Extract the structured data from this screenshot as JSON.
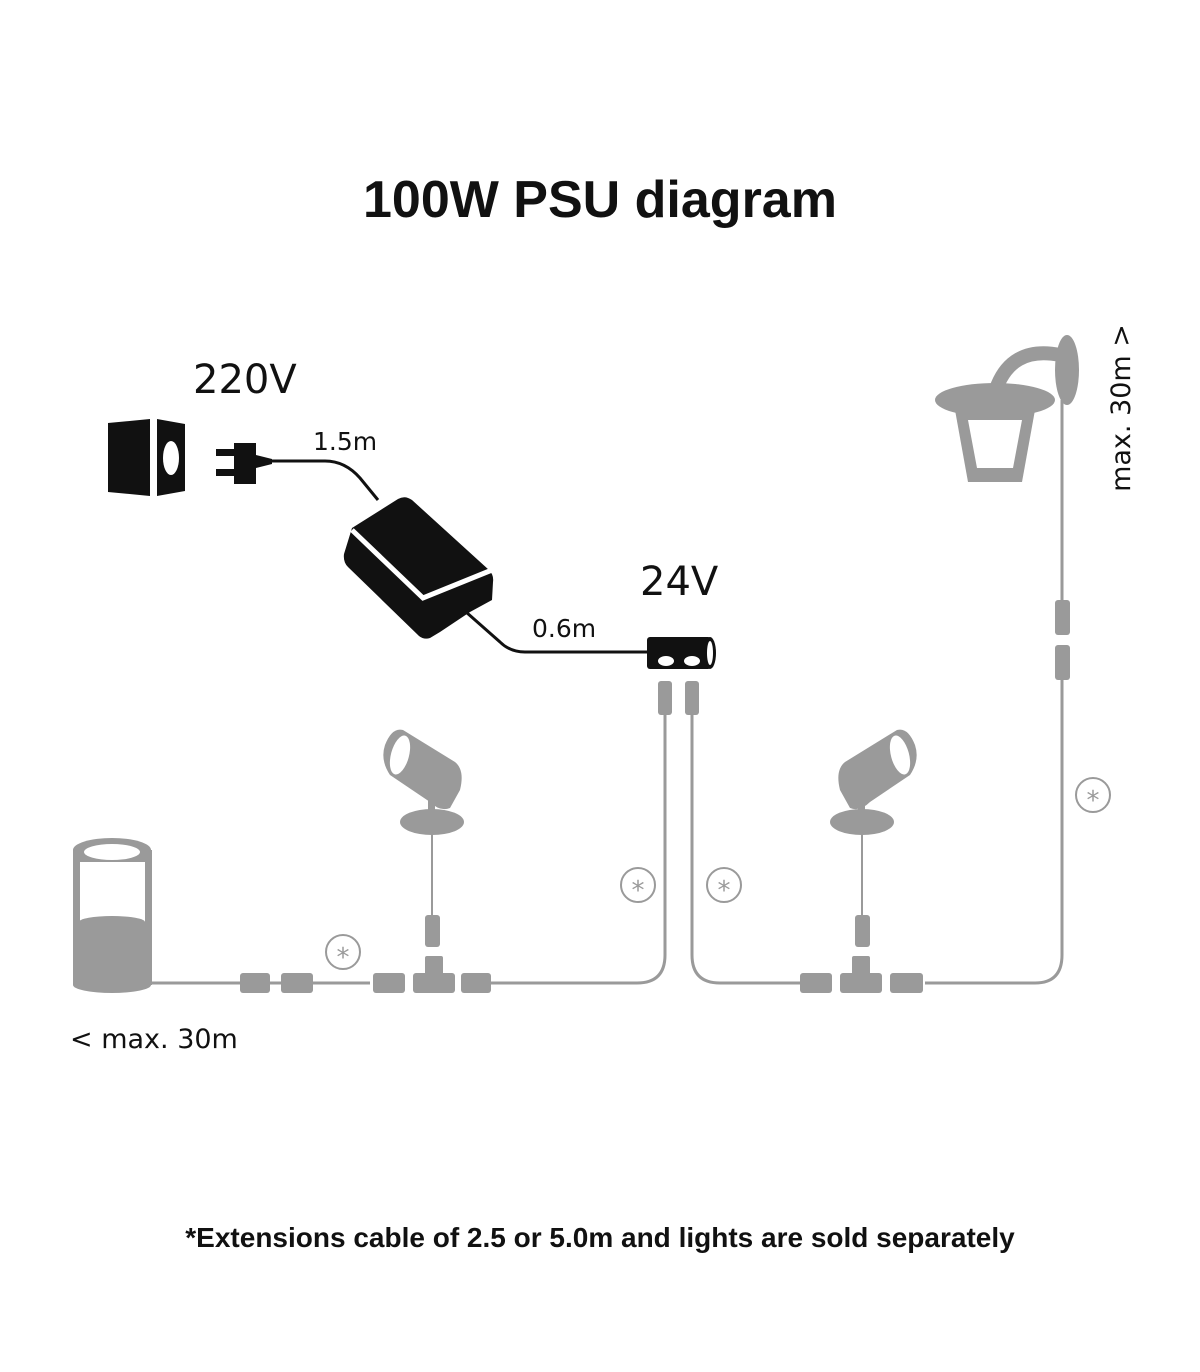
{
  "title": "100W PSU diagram",
  "labels": {
    "mains_voltage": "220V",
    "plug_cable_length": "1.5m",
    "output_voltage": "24V",
    "output_cable_length": "0.6m",
    "max_vertical": "max. 30m >",
    "max_horizontal": "< max. 30m",
    "extension_marker": "*"
  },
  "footnote": "*Extensions cable of 2.5 or 5.0m and lights are sold separately",
  "colors": {
    "power": "#111111",
    "accessory": "#9a9a9a"
  }
}
